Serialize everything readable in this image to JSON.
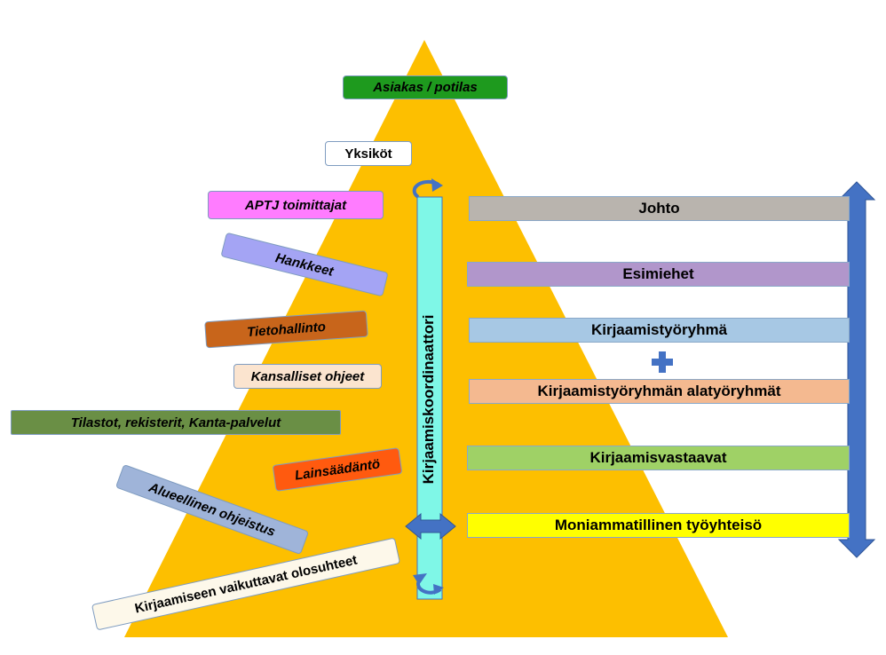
{
  "colors": {
    "pyramid": "#fdbf00",
    "column": "#7ff7e7",
    "arrow_blue": "#4472c4"
  },
  "coordinator_label": "Kirjaamiskoordinaattori",
  "left_labels": [
    {
      "name": "asiakas-potilas-label",
      "text": "Asiakas / potilas",
      "bg": "#1e9a1e"
    },
    {
      "name": "yksikot-label",
      "text": "Yksiköt",
      "bg": "#ffffff"
    },
    {
      "name": "aptj-toimittajat-label",
      "text": "APTJ toimittajat",
      "bg": "#ff7cff"
    },
    {
      "name": "hankkeet-label",
      "text": "Hankkeet",
      "bg": "#a4a4f4"
    },
    {
      "name": "tietohallinto-label",
      "text": "Tietohallinto",
      "bg": "#c8651b"
    },
    {
      "name": "kansalliset-ohjeet-label",
      "text": "Kansalliset ohjeet",
      "bg": "#fbe4cf"
    },
    {
      "name": "tilastot-label",
      "text": "Tilastot, rekisterit, Kanta-palvelut",
      "bg": "#6a8f45"
    },
    {
      "name": "lainsaadanto-label",
      "text": "Lainsäädäntö",
      "bg": "#ff5a0f"
    },
    {
      "name": "alueellinen-ohjeistus-label",
      "text": "Alueellinen ohjeistus",
      "bg": "#9fb4d9"
    },
    {
      "name": "olosuhteet-label",
      "text": "Kirjaamiseen vaikuttavat olosuhteet",
      "bg": "#fdf8ea"
    }
  ],
  "right_bars": [
    {
      "name": "johto-bar",
      "text": "Johto",
      "bg": "#b9b4ae"
    },
    {
      "name": "esimiehet-bar",
      "text": "Esimiehet",
      "bg": "#b196cb"
    },
    {
      "name": "kirjaamistyoryhma-bar",
      "text": "Kirjaamistyöryhmä",
      "bg": "#a7c8e4"
    },
    {
      "name": "alatyoryhmat-bar",
      "text": "Kirjaamistyöryhmän alatyöryhmät",
      "bg": "#f4b990"
    },
    {
      "name": "kirjaamisvastaavat-bar",
      "text": "Kirjaamisvastaavat",
      "bg": "#9fd166"
    },
    {
      "name": "moniammatillinen-bar",
      "text": "Moniammatillinen työyhteisö",
      "bg": "#ffff00"
    }
  ]
}
